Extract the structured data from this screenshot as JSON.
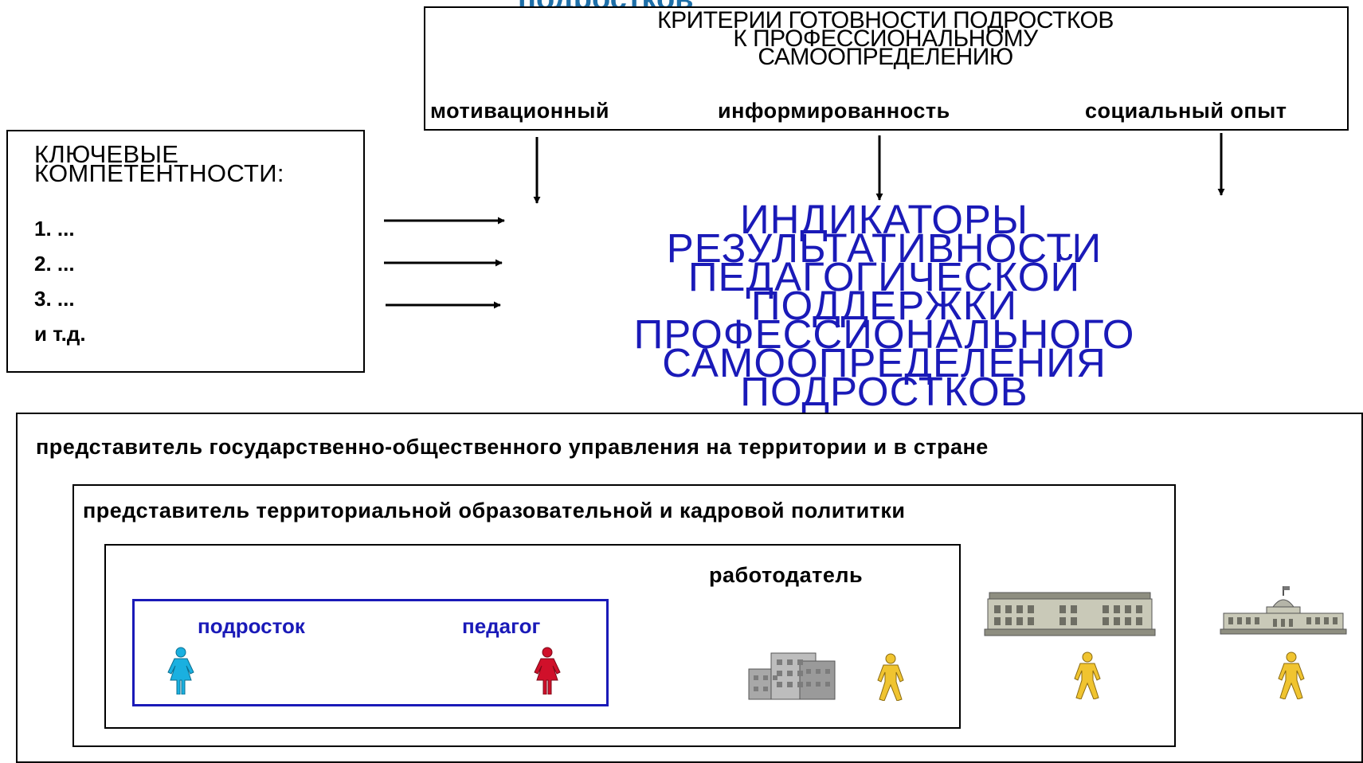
{
  "top_title": "подростков",
  "criteria": {
    "title_lines": [
      "КРИТЕРИИ ГОТОВНОСТИ ПОДРОСТКОВ",
      "К ПРОФЕССИОНАЛЬНОМУ",
      "САМООПРЕДЕЛЕНИЮ"
    ],
    "items": [
      "мотивационный",
      "информированность",
      "социальный опыт"
    ]
  },
  "competences": {
    "title_lines": [
      "КЛЮЧЕВЫЕ",
      "КОМПЕТЕНТНОСТИ:"
    ],
    "items": [
      "1. ...",
      "2. ...",
      "3. ...",
      "и т.д."
    ]
  },
  "indicators": {
    "lines": [
      "ИНДИКАТОРЫ",
      "РЕЗУЛЬТАТИВНОСТИ",
      "ПЕДАГОГИЧЕСКОЙ",
      "ПОДДЕРЖКИ",
      "ПРОФЕССИОНАЛЬНОГО",
      "САМООПРЕДЕЛЕНИЯ",
      "ПОДРОСТКОВ"
    ],
    "color": "#1a1ab8"
  },
  "levels": {
    "state": "представитель государственно-общественного управления на территории и в стране",
    "territorial": "представитель территориальной образовательной и кадровой полититки",
    "employer": "работодатель",
    "teen": "подросток",
    "teacher": "педагог"
  },
  "colors": {
    "teen_figure": "#1ab0e0",
    "teacher_figure": "#d0102a",
    "agent_figure": "#f0c430",
    "inner_border": "#1a1ab8"
  },
  "icons": [
    "person-icon",
    "office-building-icon",
    "government-building-icon",
    "capitol-building-icon"
  ]
}
